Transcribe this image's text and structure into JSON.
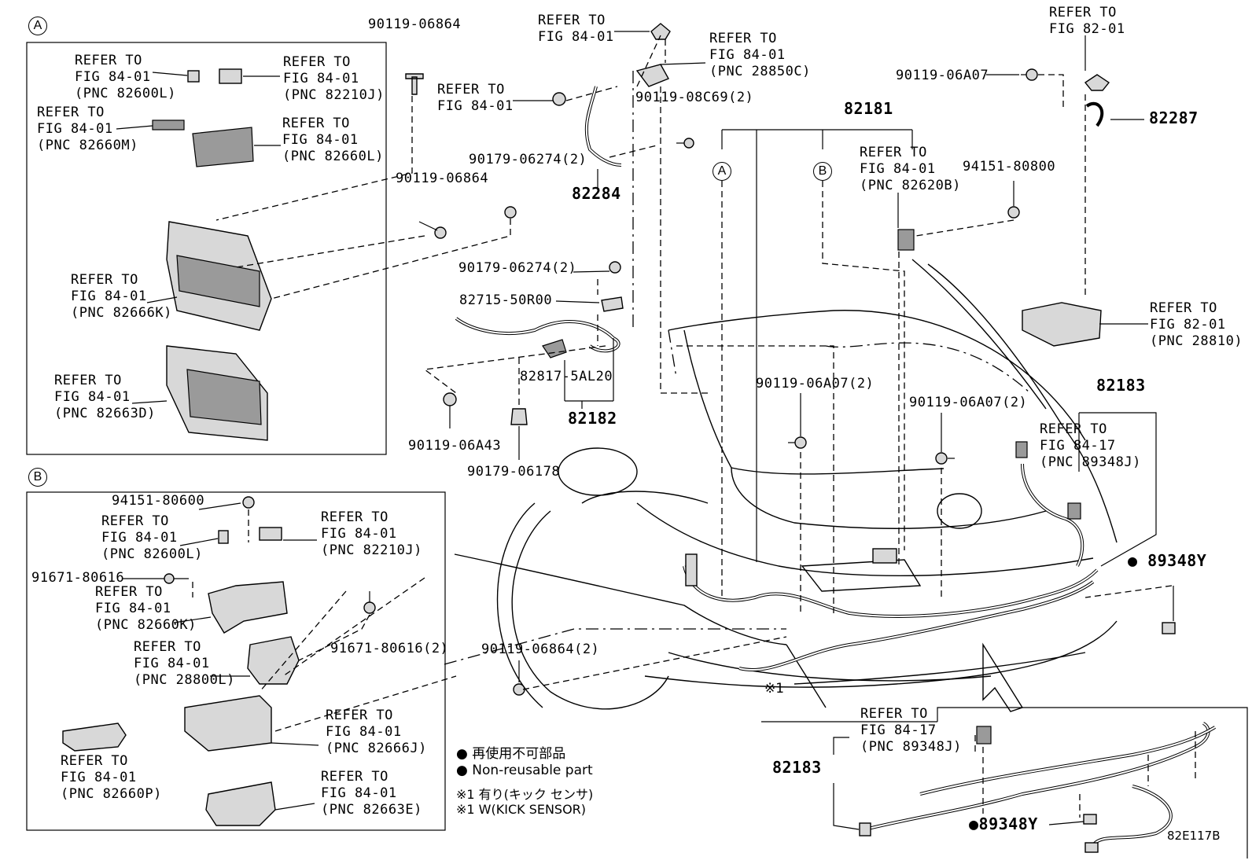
{
  "figure_code": "82E117B",
  "callouts": {
    "a": "A",
    "b": "B"
  },
  "box_a": {
    "refer_82600L": [
      "REFER TO",
      "FIG 84-01",
      "(PNC 82600L)"
    ],
    "refer_82210J": [
      "REFER TO",
      "FIG 84-01",
      "(PNC 82210J)"
    ],
    "refer_82660M": [
      "REFER TO",
      "FIG 84-01",
      "(PNC 82660M)"
    ],
    "refer_82660L": [
      "REFER TO",
      "FIG 84-01",
      "(PNC 82660L)"
    ],
    "refer_82666K": [
      "REFER TO",
      "FIG 84-01",
      "(PNC 82666K)"
    ],
    "refer_82663D": [
      "REFER TO",
      "FIG 84-01",
      "(PNC 82663D)"
    ]
  },
  "box_b": {
    "part_94151_80600": "94151-80600",
    "refer_82600L": [
      "REFER TO",
      "FIG 84-01",
      "(PNC 82600L)"
    ],
    "refer_82210J": [
      "REFER TO",
      "FIG 84-01",
      "(PNC 82210J)"
    ],
    "part_91671_80616": "91671-80616",
    "refer_82660K": [
      "REFER TO",
      "FIG 84-01",
      "(PNC 82660K)"
    ],
    "part_91671_80616_2": "91671-80616(2)",
    "refer_28800L": [
      "REFER TO",
      "FIG 84-01",
      "(PNC 28800L)"
    ],
    "refer_82666J": [
      "REFER TO",
      "FIG 84-01",
      "(PNC 82666J)"
    ],
    "refer_82660P": [
      "REFER TO",
      "FIG 84-01",
      "(PNC 82660P)"
    ],
    "refer_82663E": [
      "REFER TO",
      "FIG 84-01",
      "(PNC 82663E)"
    ]
  },
  "center": {
    "p_90119_06864_top": "90119-06864",
    "p_90119_06864_mid": "90119-06864",
    "p_90179_06274_2a": "90179-06274(2)",
    "refer_84_01_top": [
      "REFER TO",
      "FIG 84-01"
    ],
    "refer_84_01_left": [
      "REFER TO",
      "FIG 84-01"
    ],
    "refer_28850C": [
      "REFER TO",
      "FIG 84-01",
      "(PNC 28850C)"
    ],
    "p_90119_08C69_2": "90119-08C69(2)",
    "p_82284": "82284",
    "p_90179_06274_2b": "90179-06274(2)",
    "p_82715_50R00": "82715-50R00",
    "p_82817_5AL20": "82817-5AL20",
    "p_82182": "82182",
    "p_90119_06A43": "90119-06A43",
    "p_90179_06178": "90179-06178",
    "p_90119_06864_2": "90119-06864(2)"
  },
  "right": {
    "refer_82_01_top": [
      "REFER TO",
      "FIG 82-01"
    ],
    "p_90119_06A07": "90119-06A07",
    "p_82287": "82287",
    "p_82181": "82181",
    "refer_82620B": [
      "REFER TO",
      "FIG 84-01",
      "(PNC 82620B)"
    ],
    "p_94151_80800": "94151-80800",
    "refer_28810": [
      "REFER TO",
      "FIG 82-01",
      "(PNC 28810)"
    ],
    "p_90119_06A07_2a": "90119-06A07(2)",
    "p_90119_06A07_2b": "90119-06A07(2)",
    "p_82183": "82183",
    "refer_89348J": [
      "REFER TO",
      "FIG 84-17",
      "(PNC 89348J)"
    ],
    "p_89348Y": "89348Y"
  },
  "inset": {
    "mark": "※1",
    "p_82183": "82183",
    "refer_89348J": [
      "REFER TO",
      "FIG 84-17",
      "(PNC 89348J)"
    ],
    "p_89348Y": "89348Y"
  },
  "legend": {
    "nonreusable_jp": "再使用不可部品",
    "nonreusable_en": "Non-reusable part",
    "kick_jp": "※1 有り(キック センサ)",
    "kick_en": "※1 W(KICK SENSOR)"
  }
}
